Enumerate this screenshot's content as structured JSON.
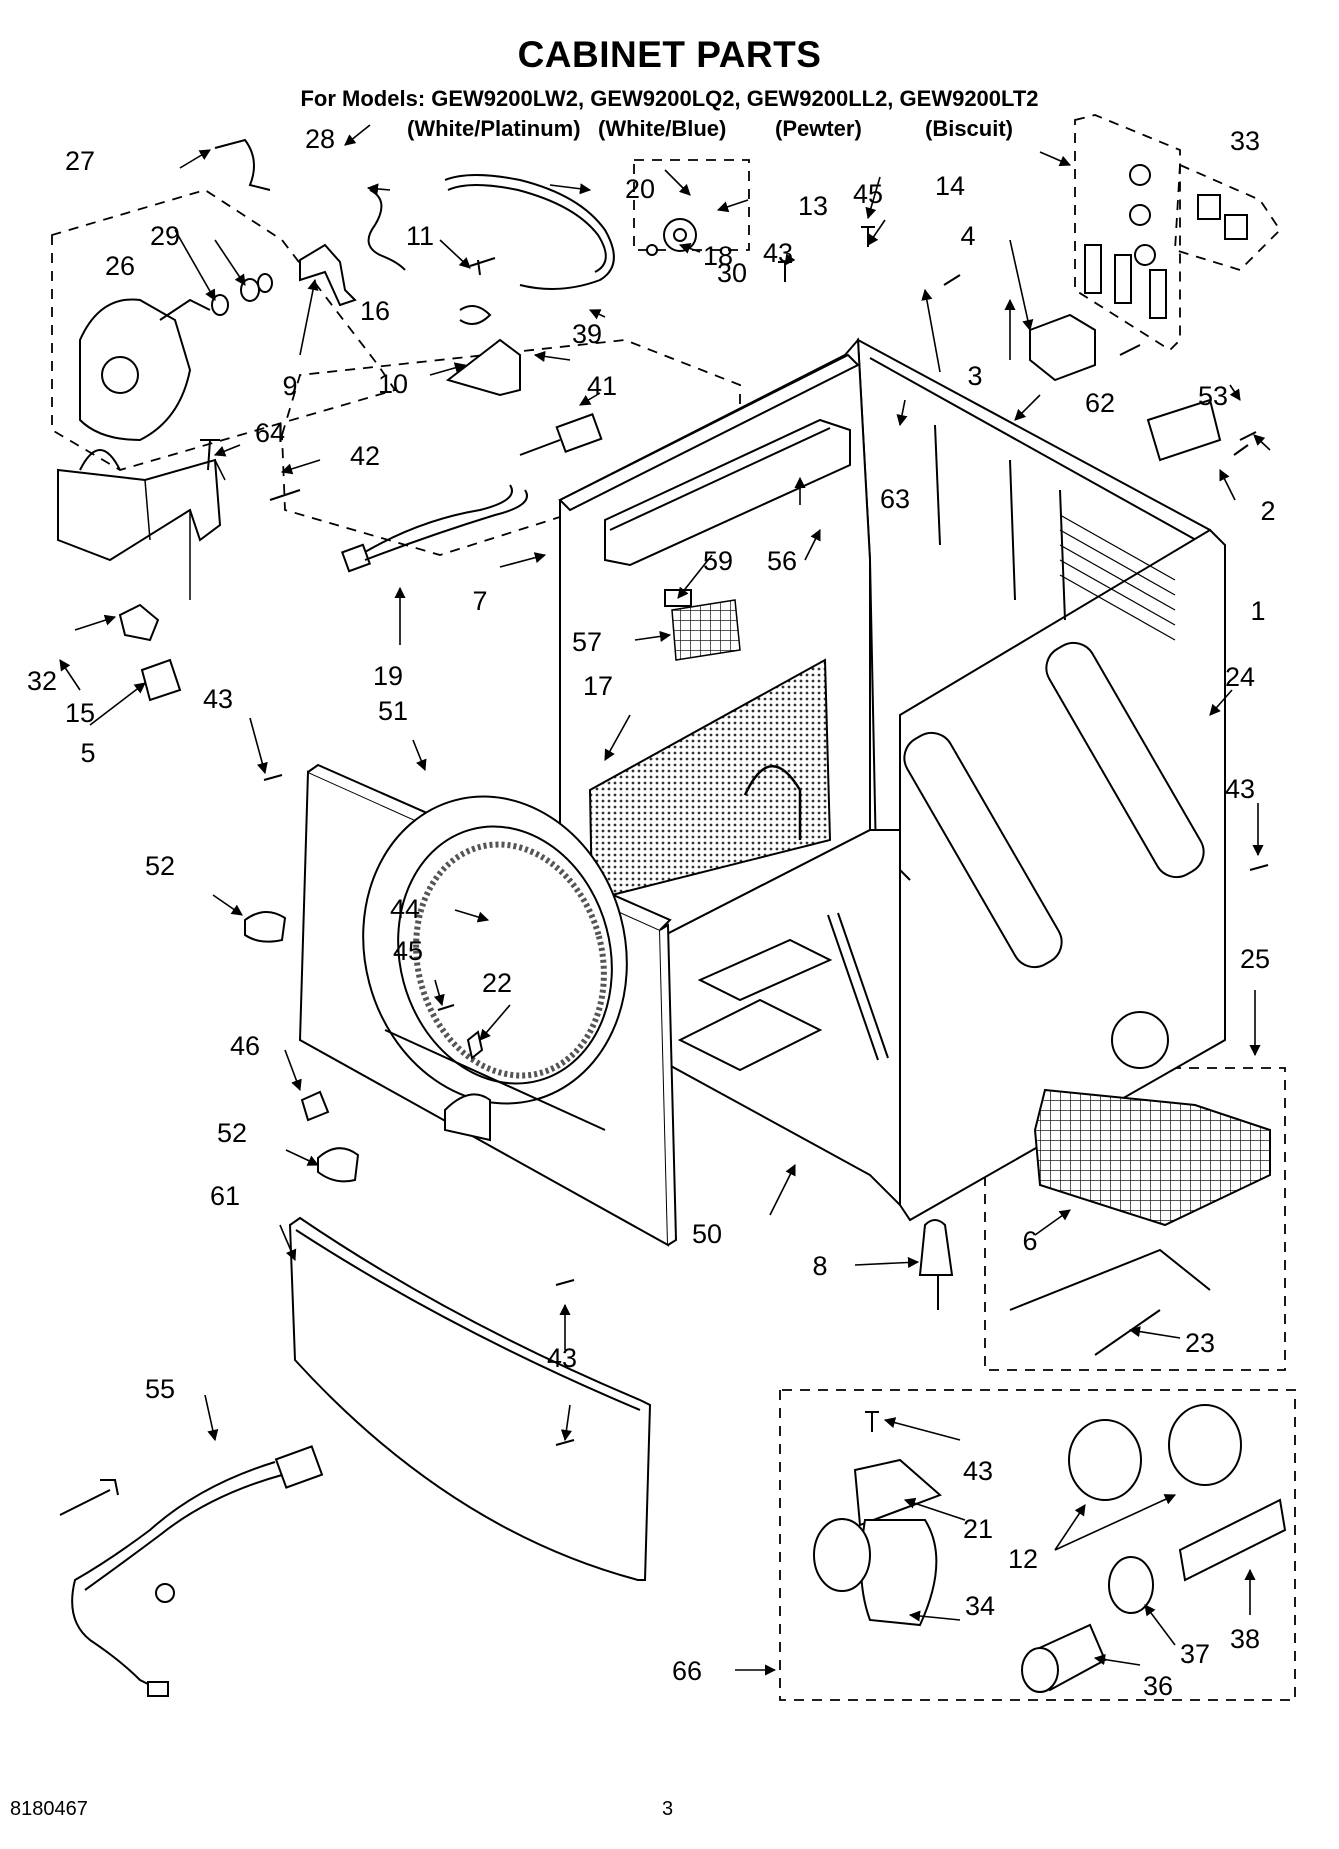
{
  "title": "CABINET PARTS",
  "models_line": "For Models: GEW9200LW2, GEW9200LQ2, GEW9200LL2, GEW9200LT2",
  "variants": [
    "(White/Platinum)",
    "(White/Blue)",
    "(Pewter)",
    "(Biscuit)"
  ],
  "callouts": [
    {
      "id": "c1",
      "label": "1"
    },
    {
      "id": "c2",
      "label": "2"
    },
    {
      "id": "c3",
      "label": "3"
    },
    {
      "id": "c4",
      "label": "4"
    },
    {
      "id": "c5",
      "label": "5"
    },
    {
      "id": "c6",
      "label": "6"
    },
    {
      "id": "c7",
      "label": "7"
    },
    {
      "id": "c8",
      "label": "8"
    },
    {
      "id": "c9",
      "label": "9"
    },
    {
      "id": "c10",
      "label": "10"
    },
    {
      "id": "c11",
      "label": "11"
    },
    {
      "id": "c12",
      "label": "12"
    },
    {
      "id": "c13",
      "label": "13"
    },
    {
      "id": "c14",
      "label": "14"
    },
    {
      "id": "c15",
      "label": "15"
    },
    {
      "id": "c16",
      "label": "16"
    },
    {
      "id": "c17",
      "label": "17"
    },
    {
      "id": "c18",
      "label": "18"
    },
    {
      "id": "c19",
      "label": "19"
    },
    {
      "id": "c20",
      "label": "20"
    },
    {
      "id": "c21",
      "label": "21"
    },
    {
      "id": "c22",
      "label": "22"
    },
    {
      "id": "c23",
      "label": "23"
    },
    {
      "id": "c24",
      "label": "24"
    },
    {
      "id": "c25",
      "label": "25"
    },
    {
      "id": "c26",
      "label": "26"
    },
    {
      "id": "c27",
      "label": "27"
    },
    {
      "id": "c28",
      "label": "28"
    },
    {
      "id": "c29",
      "label": "29"
    },
    {
      "id": "c30",
      "label": "30"
    },
    {
      "id": "c32",
      "label": "32"
    },
    {
      "id": "c33",
      "label": "33"
    },
    {
      "id": "c34",
      "label": "34"
    },
    {
      "id": "c36",
      "label": "36"
    },
    {
      "id": "c37",
      "label": "37"
    },
    {
      "id": "c38",
      "label": "38"
    },
    {
      "id": "c39",
      "label": "39"
    },
    {
      "id": "c41",
      "label": "41"
    },
    {
      "id": "c42",
      "label": "42"
    },
    {
      "id": "c43a",
      "label": "43"
    },
    {
      "id": "c43b",
      "label": "43"
    },
    {
      "id": "c43c",
      "label": "43"
    },
    {
      "id": "c43d",
      "label": "43"
    },
    {
      "id": "c43e",
      "label": "43"
    },
    {
      "id": "c44",
      "label": "44"
    },
    {
      "id": "c45a",
      "label": "45"
    },
    {
      "id": "c45b",
      "label": "45"
    },
    {
      "id": "c46",
      "label": "46"
    },
    {
      "id": "c50",
      "label": "50"
    },
    {
      "id": "c51",
      "label": "51"
    },
    {
      "id": "c52a",
      "label": "52"
    },
    {
      "id": "c52b",
      "label": "52"
    },
    {
      "id": "c53",
      "label": "53"
    },
    {
      "id": "c55",
      "label": "55"
    },
    {
      "id": "c56",
      "label": "56"
    },
    {
      "id": "c57",
      "label": "57"
    },
    {
      "id": "c59",
      "label": "59"
    },
    {
      "id": "c61",
      "label": "61"
    },
    {
      "id": "c62",
      "label": "62"
    },
    {
      "id": "c63",
      "label": "63"
    },
    {
      "id": "c64",
      "label": "64"
    },
    {
      "id": "c66",
      "label": "66"
    }
  ],
  "footer": {
    "doc_number": "8180467",
    "page_number": "3"
  }
}
